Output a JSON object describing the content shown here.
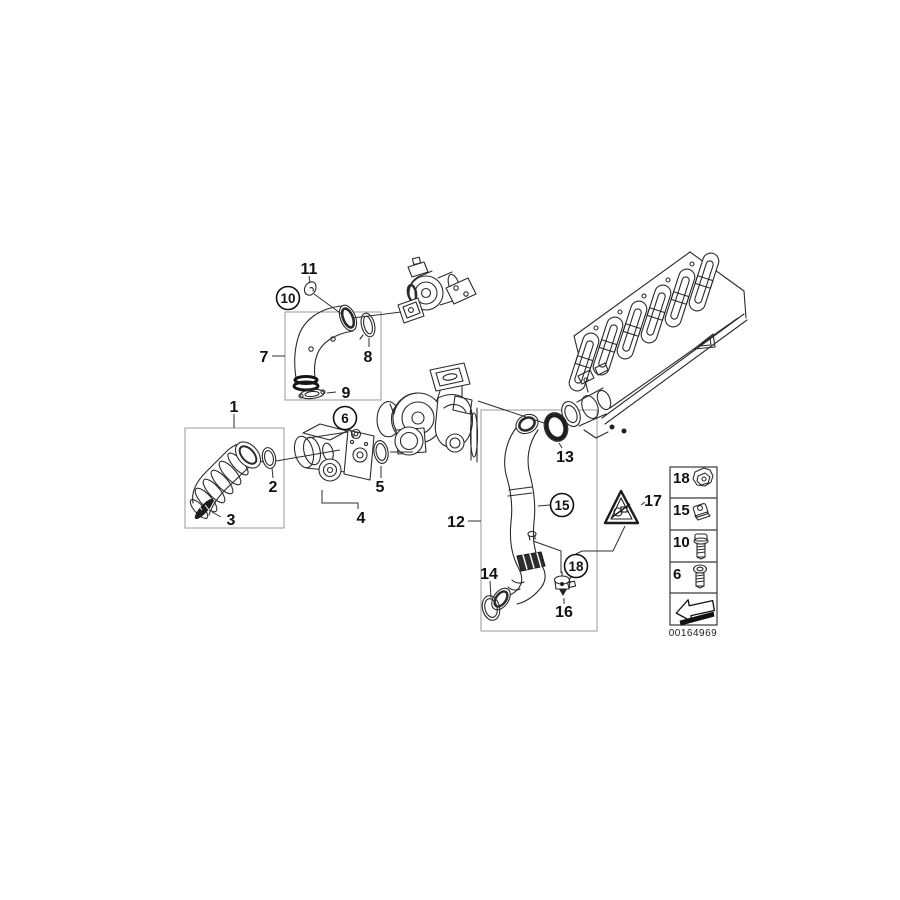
{
  "colors": {
    "background": "#ffffff",
    "part_line": "#2a2a2a",
    "group_box_border": "#9a9a9a",
    "label_text": "#111111"
  },
  "diagram": {
    "doc_number": "00164969",
    "labels": {
      "c1": "1",
      "c2": "2",
      "c3": "3",
      "c4": "4",
      "c5": "5",
      "c6": "6",
      "c7": "7",
      "c8": "8",
      "c9": "9",
      "c10": "10",
      "c11": "11",
      "c12": "12",
      "c13": "13",
      "c14": "14",
      "c15": "15",
      "c16": "16",
      "c17": "17",
      "c18": "18"
    },
    "circled_callouts": [
      "6",
      "10",
      "15",
      "18"
    ],
    "parts_drawn": {
      "box1": "intake-hose-with-clamps",
      "box7": "charge-air-elbow-pipe",
      "box12": "charge-air-duct-hose",
      "center": "turbocharger-pair",
      "right": "intake-manifold",
      "warning": "observe-instructions-triangle"
    },
    "legend": {
      "rows": [
        {
          "ref": "18",
          "icon": "clip-bracket-icon"
        },
        {
          "ref": "15",
          "icon": "cube-clip-icon"
        },
        {
          "ref": "10",
          "icon": "flange-bolt-icon"
        },
        {
          "ref": "6",
          "icon": "washer-screw-icon"
        }
      ],
      "arrow_icon": "direction-arrow-icon"
    }
  }
}
